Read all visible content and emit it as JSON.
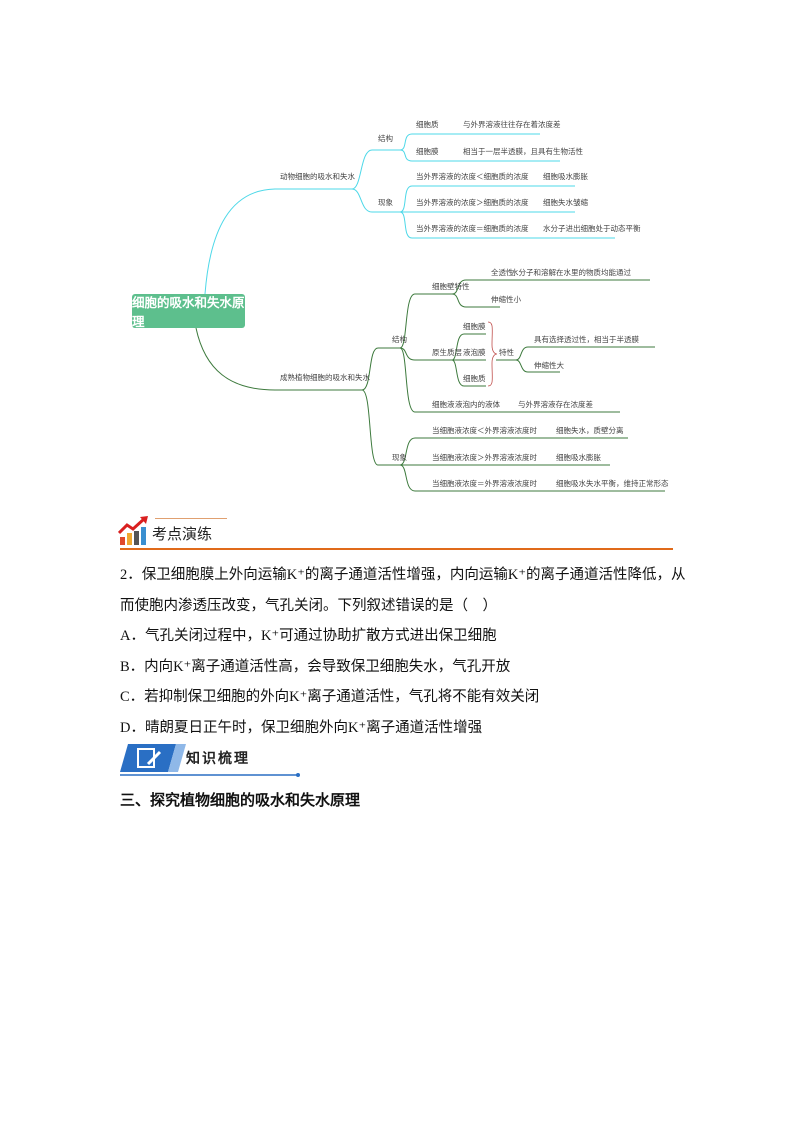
{
  "mindmap": {
    "root": "细胞的吸水和失水原理",
    "animal": {
      "label": "动物细胞的吸水和失水",
      "structure": "结构",
      "structure_items": [
        [
          "细胞质",
          "与外界溶液往往存在着浓度差"
        ],
        [
          "细胞膜",
          "相当于一层半透膜，且具有生物活性"
        ]
      ],
      "phenomenon": "现象",
      "phenomenon_items": [
        [
          "当外界溶液的浓度＜细胞质的浓度",
          "细胞吸水膨胀"
        ],
        [
          "当外界溶液的浓度＞细胞质的浓度",
          "细胞失水皱缩"
        ],
        [
          "当外界溶液的浓度＝细胞质的浓度",
          "水分子进出细胞处于动态平衡"
        ]
      ]
    },
    "plant": {
      "label": "成熟植物细胞的吸水和失水",
      "structure": "结构",
      "wall": {
        "label": "细胞壁特性",
        "items": [
          "全透性",
          "伸缩性小"
        ],
        "detail": "水分子和溶解在水里的物质均能通过"
      },
      "protoplast": {
        "label": "原生质层",
        "items": [
          "细胞膜",
          "液泡膜",
          "细胞质"
        ],
        "trait": "特性",
        "traits": [
          "具有选择透过性，相当于半透膜",
          "伸缩性大"
        ]
      },
      "sap": [
        "细胞液",
        "液泡内的液体",
        "与外界溶液存在浓度差"
      ],
      "phenomenon": "现象",
      "phenomenon_items": [
        [
          "当细胞液浓度＜外界溶液浓度时",
          "细胞失水，质壁分离"
        ],
        [
          "当细胞液浓度＞外界溶液浓度时",
          "细胞吸水膨胀"
        ],
        [
          "当细胞液浓度＝外界溶液浓度时",
          "细胞吸水失水平衡，维持正常形态"
        ]
      ]
    }
  },
  "section1": "考点演练",
  "question": {
    "lines": [
      "2．保卫细胞膜上外向运输K⁺的离子通道活性增强，内向运输K⁺的离子通道活性降低，从",
      "而使胞内渗透压改变，气孔关闭。下列叙述错误的是（　）"
    ],
    "options": [
      "A．气孔关闭过程中，K⁺可通过协助扩散方式进出保卫细胞",
      "B．内向K⁺离子通道活性高，会导致保卫细胞失水，气孔开放",
      "C．若抑制保卫细胞的外向K⁺离子通道活性，气孔将不能有效关闭",
      "D．晴朗夏日正午时，保卫细胞外向K⁺离子通道活性增强"
    ]
  },
  "section2": "知识梳理",
  "section3": "三、探究植物细胞的吸水和失水原理",
  "colors": {
    "root": "#5dbf8d",
    "animal_line": "#4dd8e8",
    "plant_line": "#3d7a3d",
    "accent": "#e06a1a",
    "blue": "#2a6fc4"
  }
}
